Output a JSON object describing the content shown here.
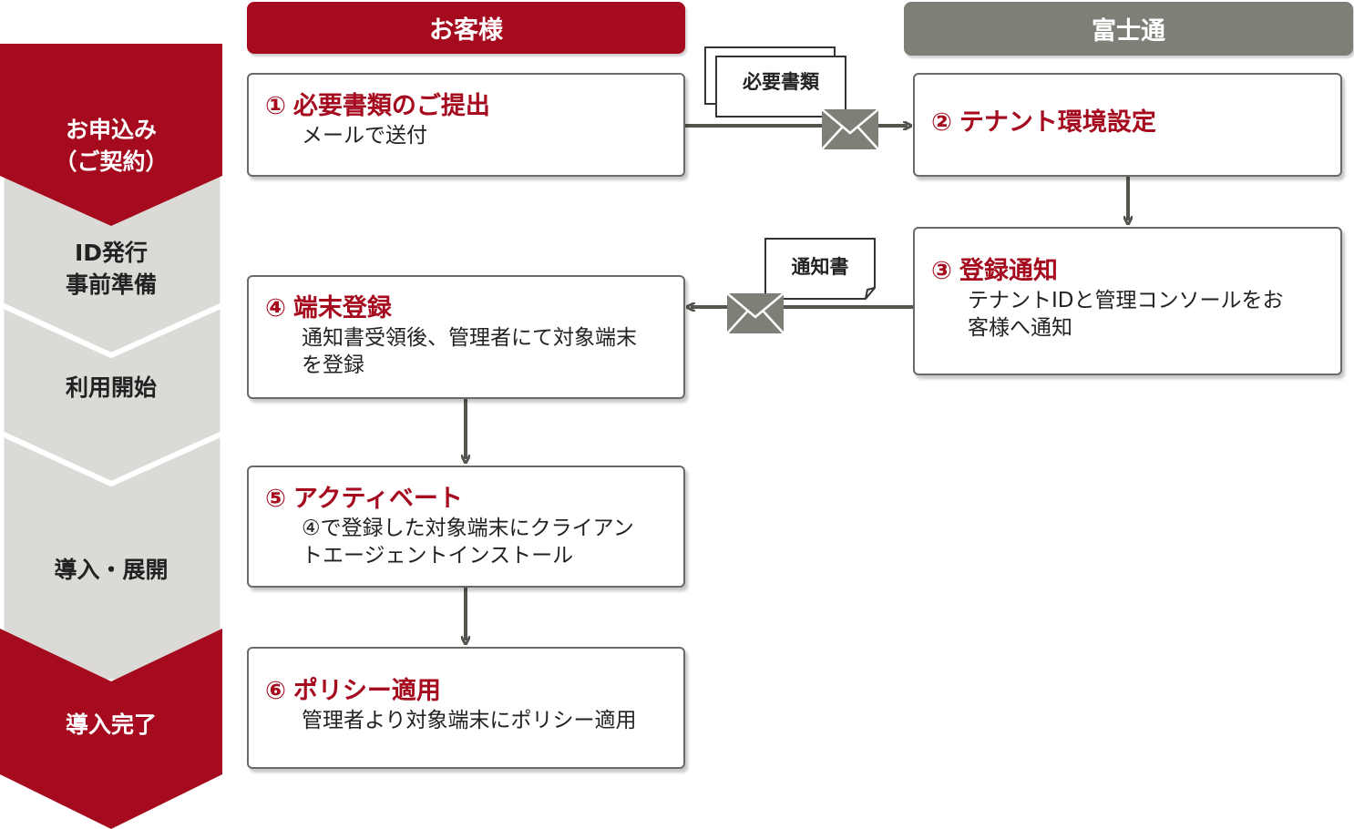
{
  "lanes": {
    "customer": "お客様",
    "fujitsu": "富士通"
  },
  "stages": [
    {
      "lines": [
        "お申込み",
        "（ご契約）"
      ]
    },
    {
      "lines": [
        "ID発行",
        "事前準備"
      ]
    },
    {
      "lines": [
        "利用開始"
      ]
    },
    {
      "lines": [
        "導入・展開"
      ]
    },
    {
      "lines": [
        "導入完了"
      ]
    }
  ],
  "steps": [
    {
      "num": "①",
      "title": "必要書類のご提出",
      "lines": [
        "メールで送付"
      ]
    },
    {
      "num": "②",
      "title": "テナント環境設定",
      "lines": []
    },
    {
      "num": "③",
      "title": "登録通知",
      "lines": [
        "テナントIDと管理コンソールをお",
        "客様へ通知"
      ]
    },
    {
      "num": "④",
      "title": "端末登録",
      "lines": [
        "通知書受領後、管理者にて対象端末",
        "を登録"
      ]
    },
    {
      "num": "⑤",
      "title": "アクティベート",
      "lines": [
        "④で登録した対象端末にクライアン",
        "トエージェントインストール"
      ]
    },
    {
      "num": "⑥",
      "title": "ポリシー適用",
      "lines": [
        "管理者より対象端末にポリシー適用"
      ]
    }
  ],
  "documents": {
    "required_docs": "必要書類",
    "notice": "通知書"
  },
  "colors": {
    "brand_red": "#a50a1e",
    "fujitsu_gray": "#7f7f78",
    "stage_gray": "#dcdad6",
    "arrow_gray": "#55554f"
  }
}
